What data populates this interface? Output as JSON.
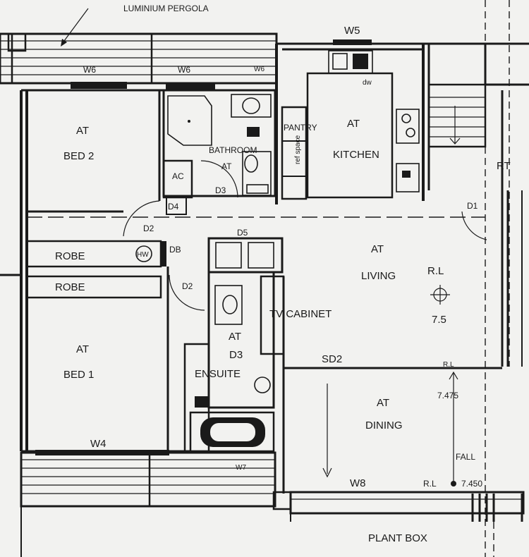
{
  "header": {
    "pergola_note": "LUMINIUM PERGOLA"
  },
  "windows": {
    "w5": "W5",
    "w6a": "W6",
    "w6b": "W6",
    "w6c": "W6",
    "w4": "W4",
    "w7": "W7",
    "w8": "W8"
  },
  "rooms": {
    "bed2": {
      "level": "AT",
      "name": "BED 2"
    },
    "bathroom": {
      "name": "BATHROOM",
      "level": "AT"
    },
    "pantry": {
      "name": "PANTRY"
    },
    "kitchen": {
      "level": "AT",
      "name": "KITCHEN"
    },
    "living": {
      "level": "AT",
      "name": "LIVING"
    },
    "bed1": {
      "level": "AT",
      "name": "BED 1"
    },
    "ensuite": {
      "level": "AT",
      "name": "ENSUITE"
    },
    "dining": {
      "level": "AT",
      "name": "DINING"
    },
    "rt": "RT",
    "plant_box": "PLANT BOX"
  },
  "fixtures": {
    "ac": "AC",
    "robe_upper": "ROBE",
    "robe_lower": "ROBE",
    "hw": "HW",
    "db": "DB",
    "tv_cabinet": "TV CABINET",
    "fridge_space": "ref space",
    "dw": "dw"
  },
  "doors": {
    "d1": "D1",
    "d2a": "D2",
    "d2b": "D2",
    "d3a": "D3",
    "d3b": "D3",
    "d4": "D4",
    "d5": "D5",
    "sd2": "SD2"
  },
  "levels": {
    "rl_living": "R.L",
    "rl_living_value": "7.5",
    "rl_dining": "R.L",
    "rl_dining_value": "7.475",
    "fall": "FALL",
    "rl_bottom": "R.L",
    "rl_bottom_value": "7.450"
  }
}
